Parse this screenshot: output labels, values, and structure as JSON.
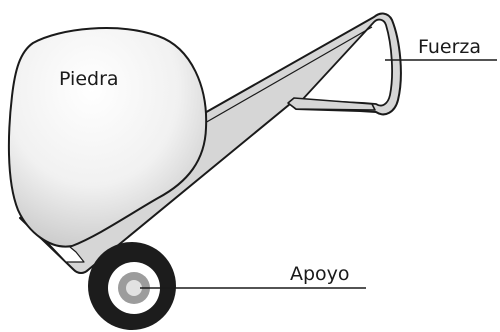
{
  "labels": {
    "stone": "Piedra",
    "force": "Fuerza",
    "support": "Apoyo"
  },
  "colors": {
    "outline": "#1a1a1a",
    "frame_fill": "#d6d6d6",
    "stone_highlight": "#ffffff",
    "stone_shade": "#c4c4c4",
    "tire": "#1c1c1c",
    "hub_ring": "#9c9c9c",
    "hub_center": "#e2e2e2"
  },
  "icons": {
    "stone": "stone-boulder-icon",
    "cart": "hand-truck-icon",
    "wheel": "wheel-icon"
  }
}
